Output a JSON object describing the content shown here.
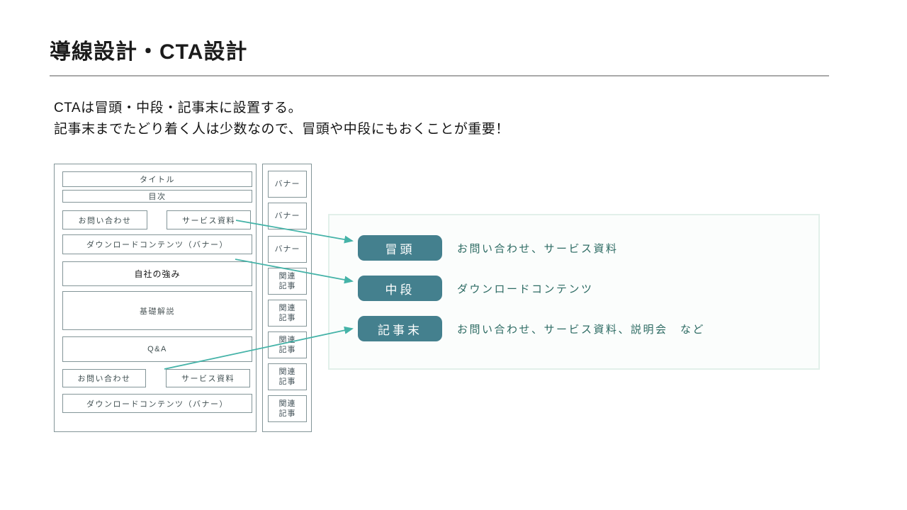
{
  "slide": {
    "title": "導線設計・CTA設計",
    "body_lines": [
      "CTAは冒頭・中段・記事末に設置する。",
      "記事末までたどり着く人は少数なので、冒頭や中段にもおくことが重要！"
    ]
  },
  "wireframe": {
    "main_boxes": [
      {
        "label": "タイトル"
      },
      {
        "label": "目次"
      },
      {
        "label": "お問い合わせ"
      },
      {
        "label": "サービス資料"
      },
      {
        "label": "ダウンロードコンテンツ（バナー）"
      },
      {
        "label": "自社の強み"
      },
      {
        "label": "基礎解説"
      },
      {
        "label": "Q&A"
      },
      {
        "label": "お問い合わせ"
      },
      {
        "label": "サービス資料"
      },
      {
        "label": "ダウンロードコンテンツ（バナー）"
      }
    ],
    "sidebar_boxes": [
      {
        "label": "バナー"
      },
      {
        "label": "バナー"
      },
      {
        "label": "バナー"
      },
      {
        "label": "関連\n記事"
      },
      {
        "label": "関連\n記事"
      },
      {
        "label": "関連\n記事"
      },
      {
        "label": "関連\n記事"
      },
      {
        "label": "関連\n記事"
      }
    ]
  },
  "cta_rows": [
    {
      "label": "冒頭",
      "description": "お問い合わせ、サービス資料"
    },
    {
      "label": "中段",
      "description": "ダウンロードコンテンツ"
    },
    {
      "label": "記事末",
      "description": "お問い合わせ、サービス資料、説明会　など"
    }
  ],
  "colors": {
    "chip_background": "#44808E",
    "chip_text": "#FFFFFF",
    "arrow": "#45B3A8",
    "panel_background": "#FBFDFC",
    "panel_border": "#E2F0EA",
    "description_text": "#2D6B63",
    "wireframe_border": "#839598",
    "title_text": "#1B1B1B"
  }
}
